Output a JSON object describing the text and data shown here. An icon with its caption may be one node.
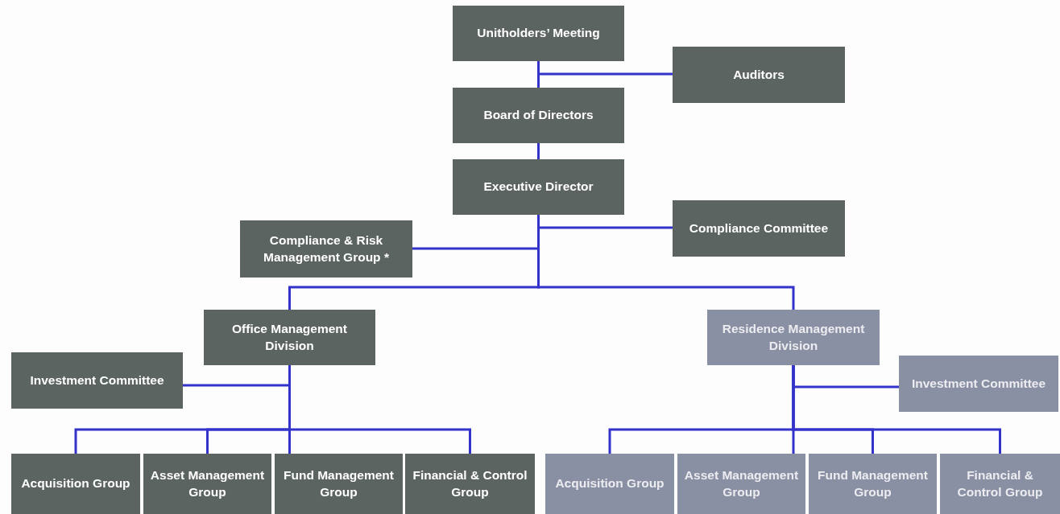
{
  "diagram": {
    "nodes": [
      {
        "text": [
          "Unitholders’ Meeting"
        ]
      },
      {
        "text": [
          "Auditors"
        ]
      },
      {
        "text": [
          "Board of Directors"
        ]
      },
      {
        "text": [
          "Executive Director"
        ]
      },
      {
        "text": [
          "Compliance & Risk Management Group *"
        ]
      },
      {
        "text": [
          "Compliance Committee"
        ]
      },
      {
        "text": [
          "Office Management Division"
        ]
      },
      {
        "text": [
          "Residence Management Division"
        ]
      },
      {
        "text": [
          "Investment Committee"
        ]
      },
      {
        "text": [
          "Investment Committee"
        ]
      },
      {
        "text": [
          "Acquisition Group"
        ]
      },
      {
        "text": [
          "Asset Management Group"
        ]
      },
      {
        "text": [
          "Fund Management Group"
        ]
      },
      {
        "text": [
          "Financial & Control Group"
        ]
      },
      {
        "text": [
          "Acquisition Group"
        ]
      },
      {
        "text": [
          "Asset Management Group"
        ]
      },
      {
        "text": [
          "Fund Management Group"
        ]
      },
      {
        "text": [
          "Financial & Control Group"
        ]
      }
    ],
    "edges": [
      {
        "from": 0,
        "to": 1,
        "arrow": "none"
      },
      {
        "from": 0,
        "to": 2,
        "arrow": "none"
      },
      {
        "from": 2,
        "to": 3,
        "arrow": "none"
      },
      {
        "from": 3,
        "to": 4,
        "arrow": "none"
      },
      {
        "from": 3,
        "to": 5,
        "arrow": "none"
      },
      {
        "from": 3,
        "to": 6,
        "arrow": "none"
      },
      {
        "from": 3,
        "to": 7,
        "arrow": "none"
      },
      {
        "from": 6,
        "to": 8,
        "arrow": "none"
      },
      {
        "from": 6,
        "to": 10,
        "arrow": "none"
      },
      {
        "from": 6,
        "to": 11,
        "arrow": "none"
      },
      {
        "from": 6,
        "to": 12,
        "arrow": "none"
      },
      {
        "from": 6,
        "to": 13,
        "arrow": "none"
      },
      {
        "from": 7,
        "to": 9,
        "arrow": "none"
      },
      {
        "from": 7,
        "to": 14,
        "arrow": "none"
      },
      {
        "from": 7,
        "to": 15,
        "arrow": "none"
      },
      {
        "from": 7,
        "to": 16,
        "arrow": "none"
      },
      {
        "from": 7,
        "to": 17,
        "arrow": "none"
      }
    ]
  }
}
